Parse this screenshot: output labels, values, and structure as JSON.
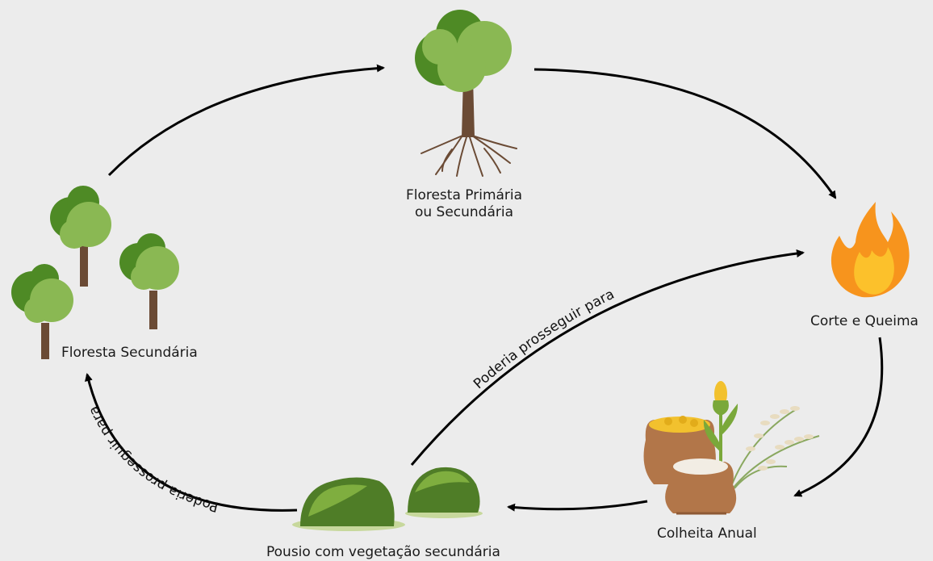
{
  "nodes": {
    "primary_forest": {
      "line1": "Floresta Primária",
      "line2": "ou Secundária"
    },
    "slash_burn": {
      "label": "Corte e Queima"
    },
    "annual_harvest": {
      "label": "Colheita Anual"
    },
    "fallow": {
      "label": "Pousio com vegetação secundária"
    },
    "secondary_forest": {
      "label": "Floresta Secundária"
    }
  },
  "edges": {
    "fallow_to_burn": {
      "label": "Poderia prosseguir para"
    },
    "fallow_to_secondary": {
      "label": "Poderia prosseguir para"
    }
  },
  "colors": {
    "background": "#ececec",
    "tree_dark": "#4e8a25",
    "tree_light": "#8ab853",
    "trunk": "#6b4b35",
    "flame_outer": "#f7941d",
    "flame_inner": "#fcc12b",
    "sack": "#b27649",
    "bush_dark": "#4f7d27",
    "bush_light": "#7fae3f",
    "arrow": "#000000"
  }
}
